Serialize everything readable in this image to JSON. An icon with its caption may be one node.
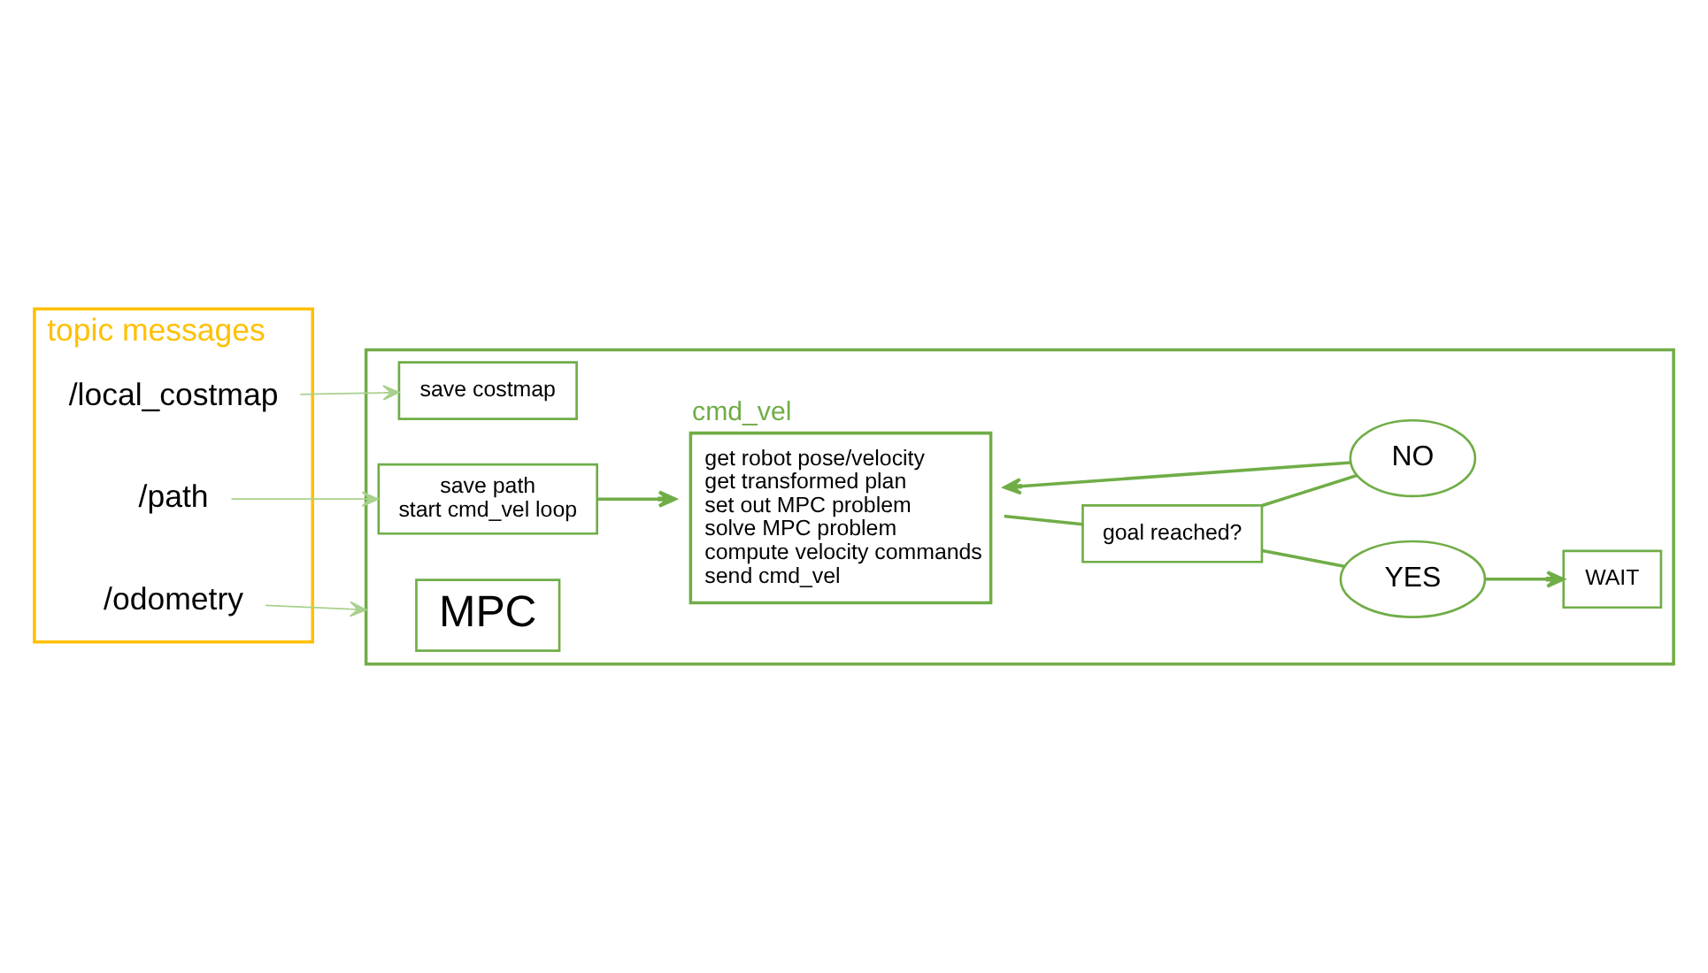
{
  "diagram": {
    "nodes": [
      {
        "text": [
          "topic messages"
        ]
      },
      {
        "text": [
          "/local_costmap"
        ],
        "in": 0
      },
      {
        "text": [
          "/path"
        ],
        "in": 0
      },
      {
        "text": [
          "/odometry"
        ],
        "in": 0
      },
      {
        "text": [],
        "shape": "box"
      },
      {
        "text": [
          "MPC"
        ],
        "in": 4
      },
      {
        "text": [
          "save costmap"
        ],
        "in": 4
      },
      {
        "text": [
          "save path",
          "start cmd_vel loop"
        ],
        "in": 4
      },
      {
        "text": [
          "cmd_vel",
          "get robot pose/velocity",
          "get transformed plan",
          "set out MPC problem",
          "solve MPC problem",
          "compute velocity commands",
          "send cmd_vel"
        ],
        "in": 4
      },
      {
        "text": [
          "NO"
        ],
        "in": 4
      },
      {
        "text": [
          "goal reached?"
        ],
        "in": 4
      },
      {
        "text": [
          "YES"
        ],
        "in": 4
      },
      {
        "text": [
          "WAIT"
        ],
        "in": 4
      }
    ],
    "edges": [
      {
        "from": 1,
        "to": 6,
        "arrow": "to",
        "color": "#a9d18e"
      },
      {
        "from": 2,
        "to": 7,
        "arrow": "to",
        "color": "#a9d18e"
      },
      {
        "from": 3,
        "to": 4,
        "arrow": "to",
        "color": "#a9d18e"
      },
      {
        "from": 7,
        "to": 8,
        "arrow": "to"
      },
      {
        "from": 9,
        "to": 8,
        "arrow": "to"
      },
      {
        "from": 8,
        "to": 10,
        "arrow": "none"
      },
      {
        "from": 10,
        "to": 9,
        "arrow": "none"
      },
      {
        "from": 10,
        "to": 11,
        "arrow": "none"
      },
      {
        "from": 11,
        "to": 12,
        "arrow": "to"
      }
    ]
  }
}
